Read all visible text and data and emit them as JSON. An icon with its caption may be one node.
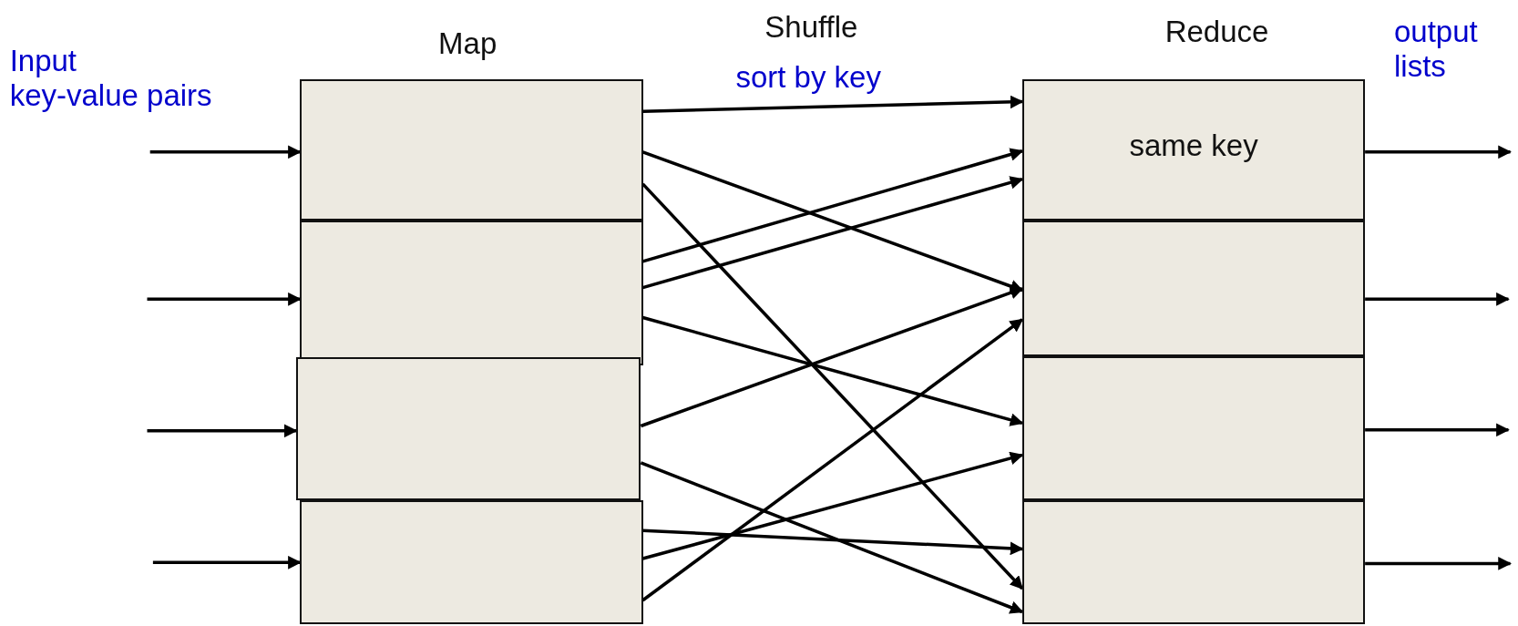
{
  "diagram": {
    "nodes": [
      {
        "text": [],
        "shape": "box"
      },
      {
        "text": [],
        "shape": "box"
      },
      {
        "text": [],
        "shape": "box"
      },
      {
        "text": [],
        "shape": "box"
      },
      {
        "text": [
          "same key"
        ]
      },
      {
        "text": [],
        "shape": "box"
      },
      {
        "text": [],
        "shape": "box"
      },
      {
        "text": [],
        "shape": "box"
      }
    ],
    "edges": [
      {
        "from": null,
        "to": 0,
        "arrow": "to"
      },
      {
        "from": null,
        "to": 1,
        "arrow": "to"
      },
      {
        "from": null,
        "to": 2,
        "arrow": "to"
      },
      {
        "from": null,
        "to": 3,
        "arrow": "to"
      },
      {
        "from": 0,
        "to": 4,
        "arrow": "to"
      },
      {
        "from": 0,
        "to": 5,
        "arrow": "to"
      },
      {
        "from": 0,
        "to": 7,
        "arrow": "to"
      },
      {
        "from": 1,
        "to": 4,
        "arrow": "to"
      },
      {
        "from": 1,
        "to": 4,
        "arrow": "to"
      },
      {
        "from": 1,
        "to": 6,
        "arrow": "to"
      },
      {
        "from": 2,
        "to": 5,
        "arrow": "to"
      },
      {
        "from": 2,
        "to": 7,
        "arrow": "to"
      },
      {
        "from": 3,
        "to": 7,
        "arrow": "to"
      },
      {
        "from": 3,
        "to": 6,
        "arrow": "to"
      },
      {
        "from": 3,
        "to": 5,
        "arrow": "to"
      },
      {
        "from": 4,
        "to": null,
        "arrow": "to"
      },
      {
        "from": 5,
        "to": null,
        "arrow": "to"
      },
      {
        "from": 6,
        "to": null,
        "arrow": "to"
      },
      {
        "from": 7,
        "to": null,
        "arrow": "to"
      }
    ],
    "labels": [
      "Input key-value pairs",
      "Map",
      "Shuffle",
      "sort by key",
      "Reduce",
      "output lists"
    ]
  }
}
